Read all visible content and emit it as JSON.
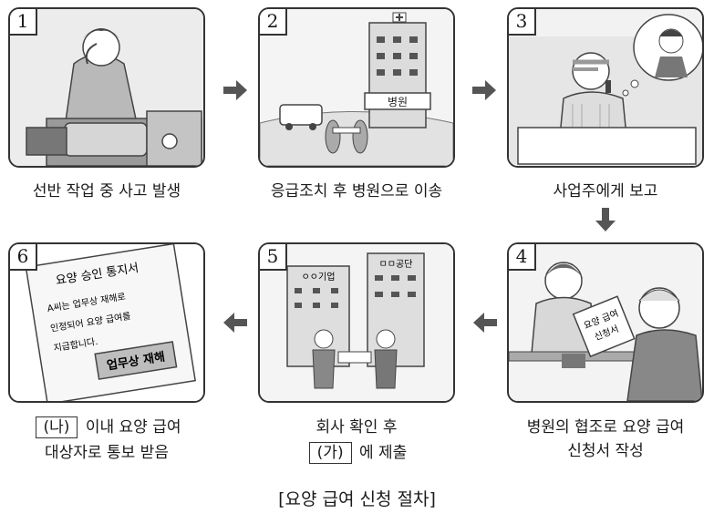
{
  "steps": [
    {
      "number": "1",
      "caption": "선반 작업 중 사고 발생"
    },
    {
      "number": "2",
      "caption": "응급조치 후 병원으로 이송",
      "sign": "병원"
    },
    {
      "number": "3",
      "caption": "사업주에게 보고"
    },
    {
      "number": "4",
      "caption_line1": "병원의 협조로 요양 급여",
      "caption_line2": "신청서 작성",
      "doc_line1": "요양 급여",
      "doc_line2": "신청서"
    },
    {
      "number": "5",
      "caption_line1": "회사 확인 후",
      "blank": "(가)",
      "caption_line2_after": "에 제출",
      "company_sign": "ㅇㅇ기업",
      "agency_sign": "ㅁㅁ공단"
    },
    {
      "number": "6",
      "blank": "(나)",
      "caption_line1_after": "이내 요양  급여",
      "caption_line2": "대상자로 통보 받음",
      "notice": {
        "title": "요양 승인 통지서",
        "line1": "A씨는 업무상 재해로",
        "line2": "인정되어 요양 급여를",
        "line3": "지급합니다.",
        "stamp": "업무상 재해"
      }
    }
  ],
  "footer": "[요양 급여 신청 절차]"
}
